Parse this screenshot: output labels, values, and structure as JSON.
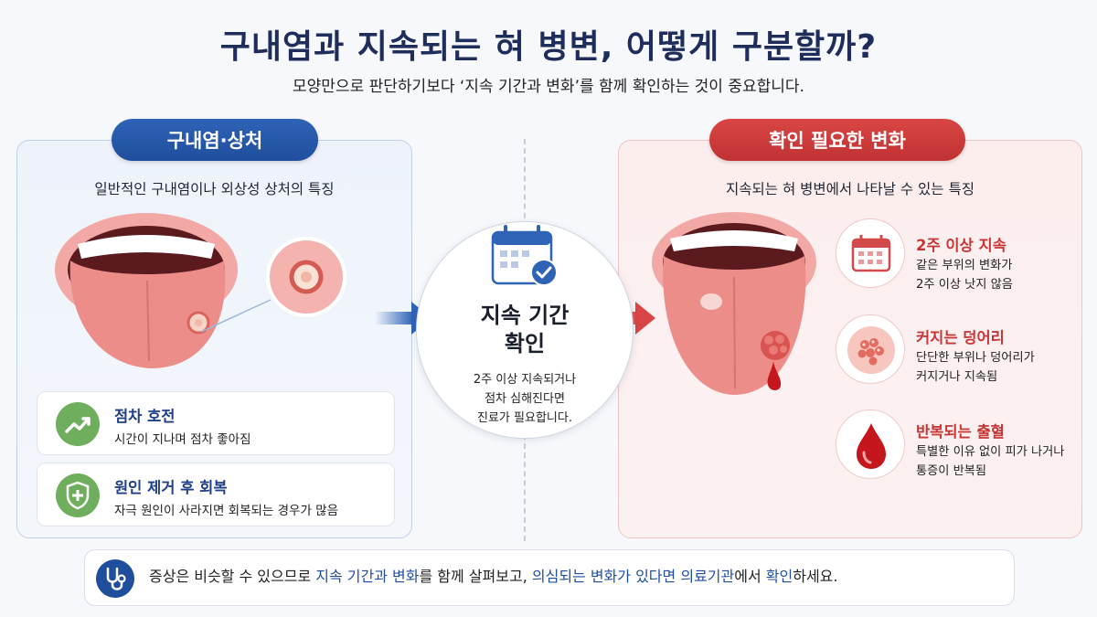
{
  "header": {
    "title": "구내염과 지속되는 혀 병변, 어떻게 구분할까?",
    "subtitle": "모양만으로 판단하기보다 ‘지속 기간과 변화’를 함께 확인하는 것이 중요합니다."
  },
  "left_panel": {
    "badge": "구내염·상처",
    "caption": "일반적인 구내염이나 외상성 상처의 특징",
    "cards": [
      {
        "title": "점차 호전",
        "desc": "시간이 지나며 점차 좋아짐",
        "icon": "trend-up-icon"
      },
      {
        "title": "원인 제거 후 회복",
        "desc": "자극 원인이 사라지면 회복되는 경우가 많음",
        "icon": "shield-plus-icon"
      }
    ]
  },
  "center": {
    "icon": "calendar-check-icon",
    "title_line1": "지속 기간",
    "title_line2": "확인",
    "body_line1": "2주 이상 지속되거나",
    "body_line2": "점차 심해진다면",
    "body_line3": "진료가 필요합니다."
  },
  "right_panel": {
    "badge": "확인 필요한 변화",
    "caption": "지속되는 혀 병변에서 나타날 수 있는 특징",
    "items": [
      {
        "title": "2주 이상 지속",
        "desc_line1": "같은 부위의 변화가",
        "desc_line2": "2주 이상 낫지 않음",
        "icon": "calendar-icon"
      },
      {
        "title": "커지는 덩어리",
        "desc_line1": "단단한 부위나 덩어리가",
        "desc_line2": "커지거나 지속됨",
        "icon": "lump-icon"
      },
      {
        "title": "반복되는 출혈",
        "desc_line1": "특별한 이유 없이 피가 나거나",
        "desc_line2": "통증이 반복됨",
        "icon": "blood-drop-icon"
      }
    ]
  },
  "footer": {
    "part1": "증상은 비슷할 수 있으므로 ",
    "hl1": "지속 기간과 변화",
    "part2": "를 함께 살펴보고, ",
    "hl2": "의심되는 변화가 있다면",
    "part3": " ",
    "hl3": "의료기관",
    "part4": "에서 ",
    "hl4": "확인",
    "part5": "하세요.",
    "icon": "stethoscope-icon"
  },
  "colors": {
    "navy": "#1f2d5c",
    "blue": "#1f4e9d",
    "red": "#c83535",
    "green": "#6fae5c"
  }
}
